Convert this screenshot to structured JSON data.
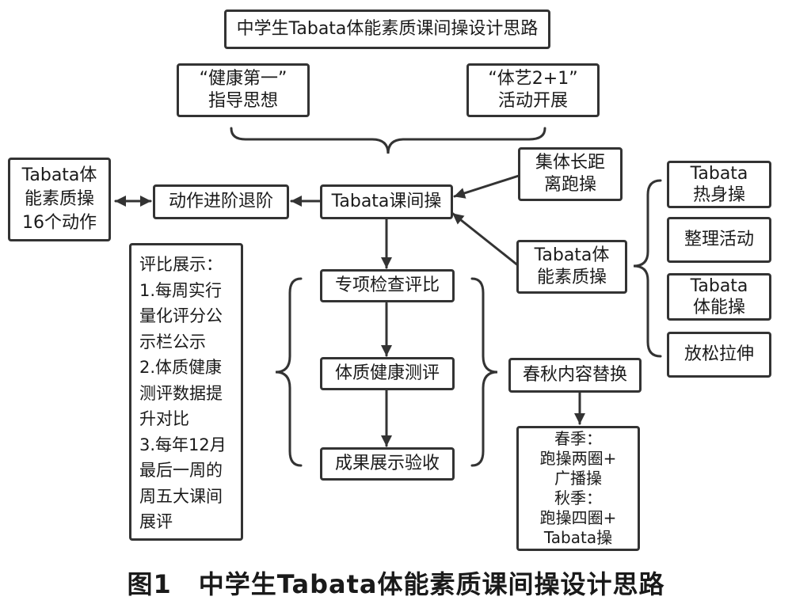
{
  "title": "中学生Tabata体能素质课间操设计思路",
  "guide": {
    "line1": "“健康第一”",
    "line2": "指导思想"
  },
  "activity": {
    "line1": "“体艺2+1”",
    "line2": "活动开展"
  },
  "core": "Tabata课间操",
  "progression": "动作进阶退阶",
  "moves": {
    "line1": "Tabata体",
    "line2": "能素质操",
    "line3": "16个动作"
  },
  "longrun": {
    "line1": "集体长距",
    "line2": "离跑操"
  },
  "tabata_exercise": {
    "line1": "Tabata体",
    "line2": "能素质操"
  },
  "components": [
    {
      "line1": "Tabata",
      "line2": "热身操"
    },
    {
      "line1": "整理活动",
      "line2": ""
    },
    {
      "line1": "Tabata",
      "line2": "体能操"
    },
    {
      "line1": "放松拉伸",
      "line2": ""
    }
  ],
  "eval_steps": [
    "专项检查评比",
    "体质健康测评",
    "成果展示验收"
  ],
  "season_switch": "春秋内容替换",
  "season_detail": [
    "春季：",
    "跑操两圈+",
    "广播操",
    "秋季：",
    "跑操四圈+",
    "Tabata操"
  ],
  "review": [
    "评比展示：",
    "1.每周实行",
    "量化评分公",
    "示栏公示",
    "2.体质健康",
    "测评数据提",
    "升对比",
    "3.每年12月",
    "最后一周的",
    "周五大课间",
    "展评"
  ],
  "caption": {
    "figure": "图1",
    "text": "中学生Tabata体能素质课间操设计思路"
  }
}
